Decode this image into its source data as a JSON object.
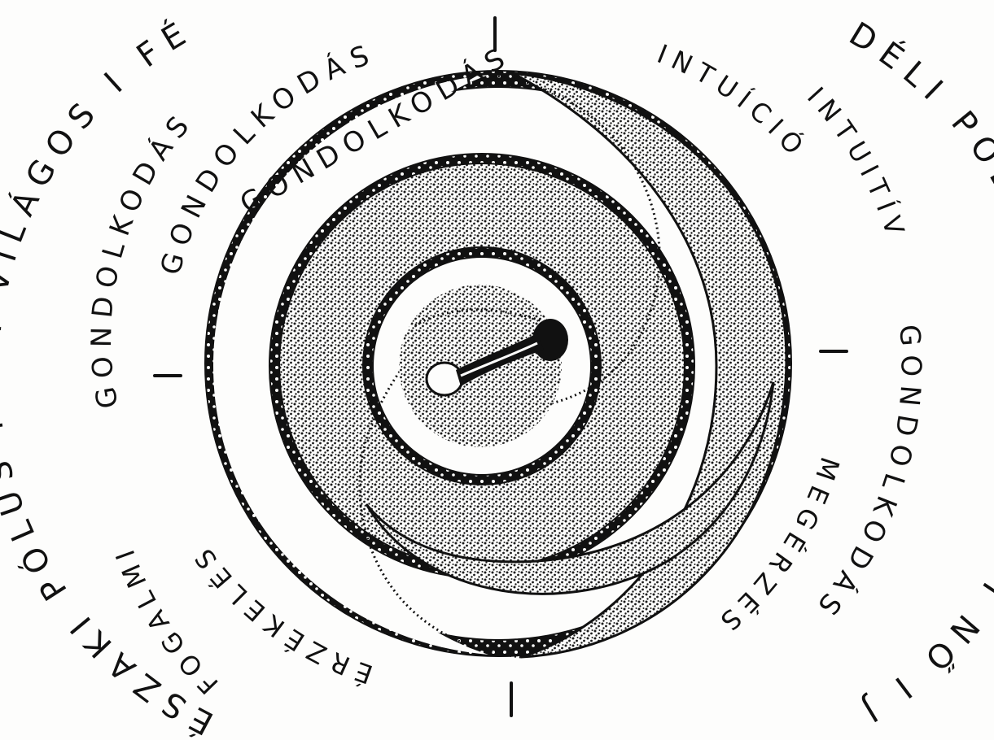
{
  "diagram": {
    "labels": {
      "outer_left": "ÉSZAKI PÓLUS I + I VILÁGOS I FÉRFI I BAL",
      "outer_right": "DÉLI PÓLUS I — I SÖTÉT I NŐ I JOBB",
      "gondolkodas_left_outer": "GONDOLKODÁS",
      "gondolkodas_left_inner": "GONDOLKODÁS",
      "gondolkodas_top": "GONDOLKODÁS",
      "intuicio": "INTUÍCIÓ",
      "intuitiv": "INTUITÍV",
      "gondolkodas_right": "GONDOLKODÁS",
      "megerzes": "MEGÉRZÉS",
      "erzekeles": "ÉRZÉKELÉS",
      "fogalmi": "FOGALMI"
    },
    "colors": {
      "ink": "#111111",
      "paper": "#fdfdfc",
      "stipple": "#2a2a2a"
    }
  }
}
